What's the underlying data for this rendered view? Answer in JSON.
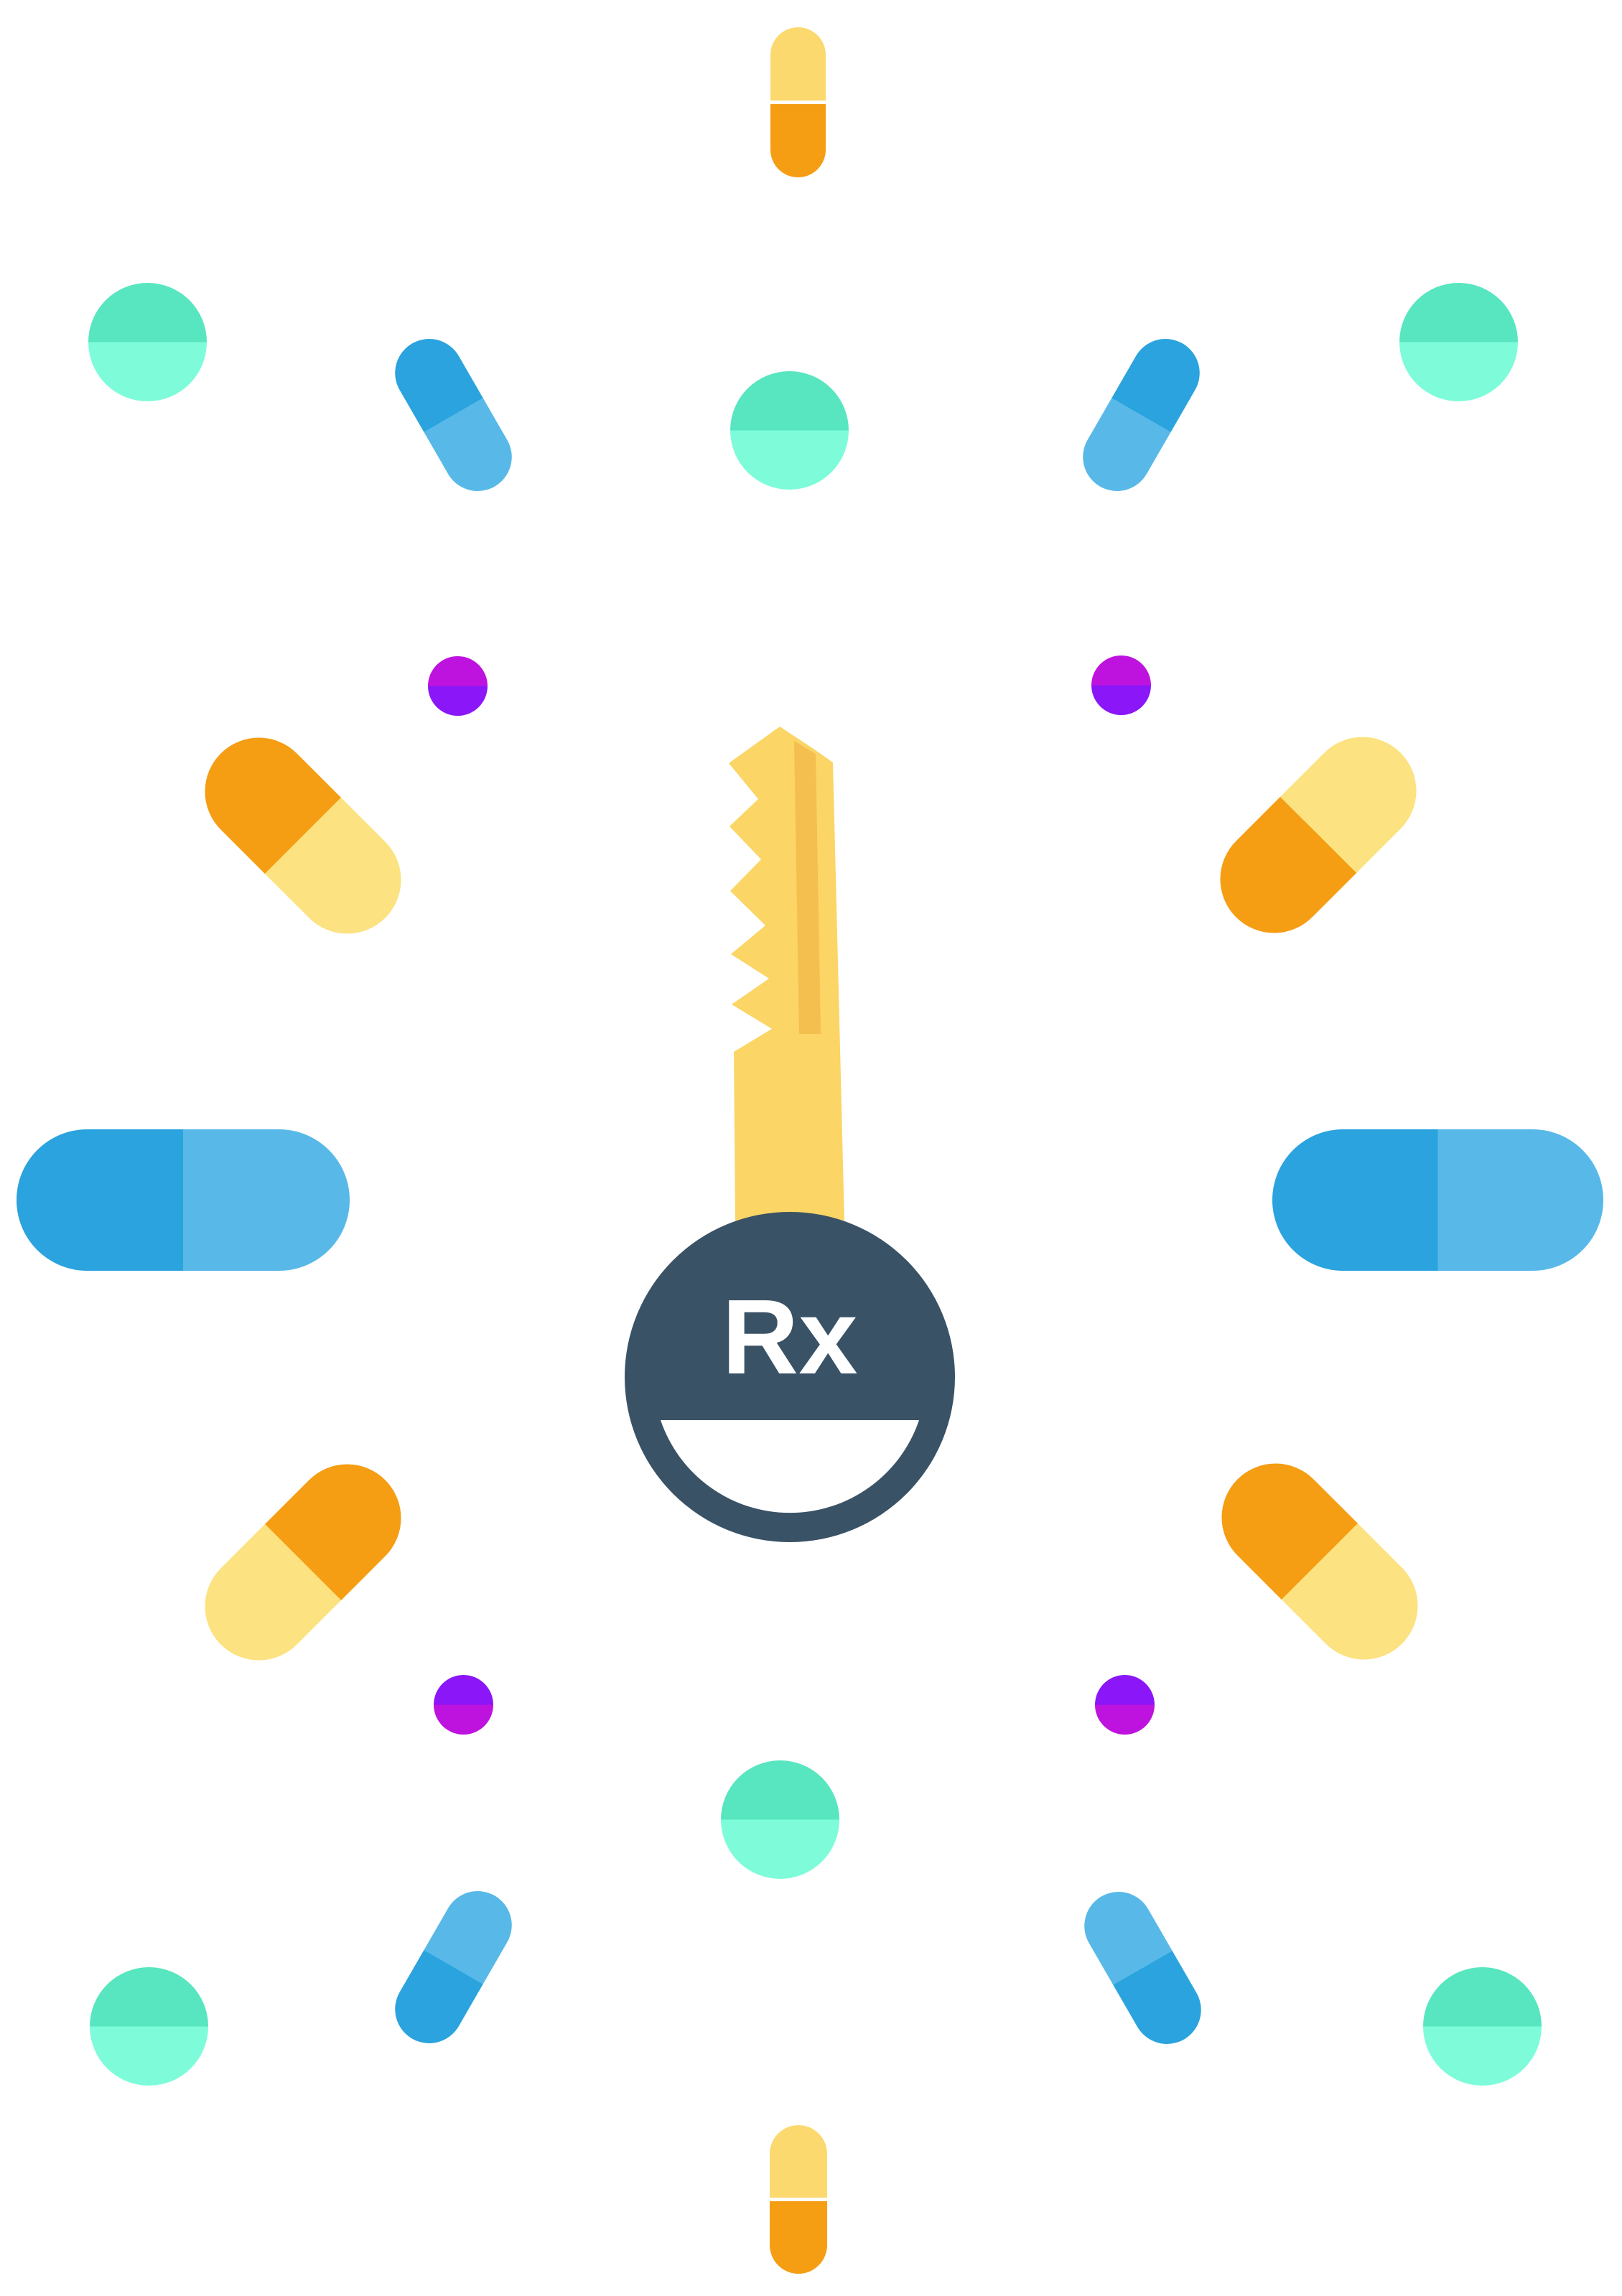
{
  "illustration": {
    "label": "Rx",
    "description": "Flat illustration of a golden key with an Rx pharmacy head, surrounded by a radial pattern of capsules, pills and dots",
    "palette": {
      "background": "#FFFFFF",
      "orange": "#F59D13",
      "pill-yellow": "#FCE280",
      "capsule-yellow": "#FBD96E",
      "blue-dark": "#2AA3DE",
      "blue-light": "#58B9E8",
      "teal-dark": "#57E6BF",
      "teal-light": "#7EFCDA",
      "magenta": "#BE13DE",
      "violet": "#8B16F8",
      "key-yellow": "#FBD565",
      "key-stripe": "#F4BF4E",
      "key-head": "#3A5266"
    },
    "shapes": [
      {
        "name": "capsule-pill-top-center",
        "type": "capsule-vertical",
        "colors": [
          "#FBD96E",
          "#F59D13"
        ]
      },
      {
        "name": "capsule-pill-bottom-center",
        "type": "capsule-vertical",
        "colors": [
          "#FBD96E",
          "#F59D13"
        ]
      },
      {
        "name": "round-pill-top-left",
        "type": "round-pill",
        "colors": [
          "#57E6BF",
          "#7EFCDA"
        ]
      },
      {
        "name": "round-pill-top-middle",
        "type": "round-pill",
        "colors": [
          "#57E6BF",
          "#7EFCDA"
        ]
      },
      {
        "name": "round-pill-top-right",
        "type": "round-pill",
        "colors": [
          "#57E6BF",
          "#7EFCDA"
        ]
      },
      {
        "name": "round-pill-bottom-middle",
        "type": "round-pill",
        "colors": [
          "#57E6BF",
          "#7EFCDA"
        ]
      },
      {
        "name": "round-pill-bottom-left",
        "type": "round-pill",
        "colors": [
          "#57E6BF",
          "#7EFCDA"
        ]
      },
      {
        "name": "round-pill-bottom-right",
        "type": "round-pill",
        "colors": [
          "#57E6BF",
          "#7EFCDA"
        ]
      },
      {
        "name": "dot-upper-left",
        "type": "dot",
        "colors": [
          "#BE13DE",
          "#8B16F8"
        ]
      },
      {
        "name": "dot-upper-right",
        "type": "dot",
        "colors": [
          "#BE13DE",
          "#8B16F8"
        ]
      },
      {
        "name": "dot-lower-left",
        "type": "dot",
        "colors": [
          "#8B16F8",
          "#BE13DE"
        ]
      },
      {
        "name": "dot-lower-right",
        "type": "dot",
        "colors": [
          "#8B16F8",
          "#BE13DE"
        ]
      },
      {
        "name": "blue-pill-left",
        "type": "capsule-horizontal",
        "colors": [
          "#2AA3DE",
          "#58B9E8"
        ]
      },
      {
        "name": "blue-pill-right",
        "type": "capsule-horizontal",
        "colors": [
          "#2AA3DE",
          "#58B9E8"
        ]
      },
      {
        "name": "small-blue-pill-upper-left",
        "type": "capsule-diagonal",
        "colors": [
          "#2AA3DE",
          "#58B9E8"
        ]
      },
      {
        "name": "small-blue-pill-upper-right",
        "type": "capsule-diagonal",
        "colors": [
          "#2AA3DE",
          "#58B9E8"
        ]
      },
      {
        "name": "small-blue-pill-lower-left",
        "type": "capsule-diagonal",
        "colors": [
          "#58B9E8",
          "#2AA3DE"
        ]
      },
      {
        "name": "small-blue-pill-lower-right",
        "type": "capsule-diagonal",
        "colors": [
          "#58B9E8",
          "#2AA3DE"
        ]
      },
      {
        "name": "orange-pill-upper-left",
        "type": "capsule-diagonal",
        "colors": [
          "#F59D13",
          "#FCE280"
        ]
      },
      {
        "name": "orange-pill-upper-right",
        "type": "capsule-diagonal",
        "colors": [
          "#FCE280",
          "#F59D13"
        ]
      },
      {
        "name": "orange-pill-lower-left",
        "type": "capsule-diagonal",
        "colors": [
          "#F59D13",
          "#FCE280"
        ]
      },
      {
        "name": "orange-pill-lower-right",
        "type": "capsule-diagonal",
        "colors": [
          "#F59D13",
          "#FCE280"
        ]
      },
      {
        "name": "rx-key",
        "type": "key",
        "colors": [
          "#FBD565",
          "#F4BF4E",
          "#3A5266",
          "#FFFFFF"
        ],
        "label": "Rx"
      }
    ]
  }
}
